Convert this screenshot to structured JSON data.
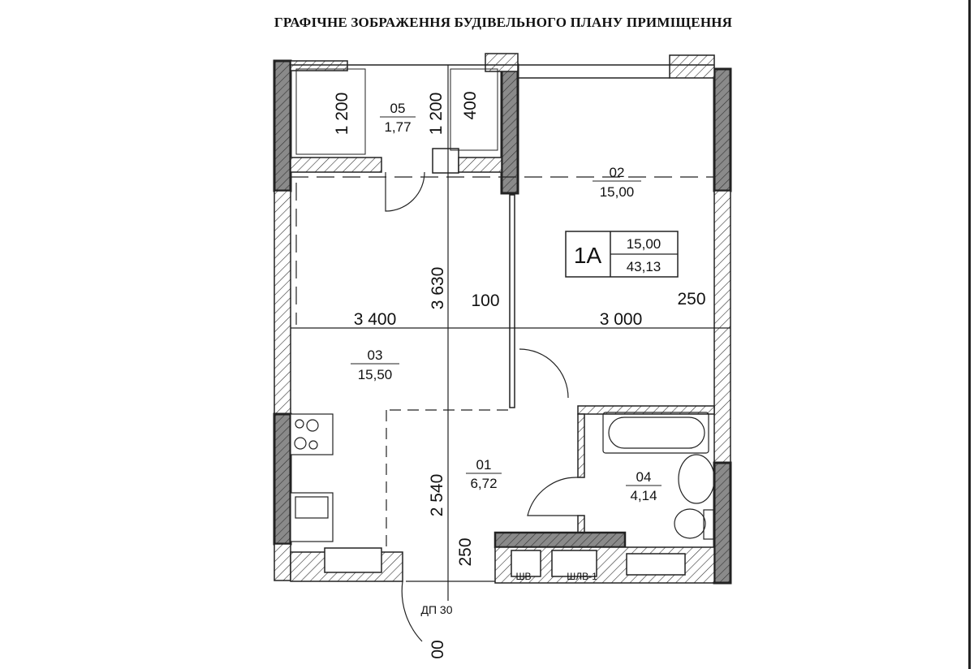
{
  "title": "ГРАФІЧНЕ ЗОБРАЖЕННЯ БУДІВЕЛЬНОГО ПЛАНУ ПРИМІЩЕННЯ",
  "apartment": {
    "number": "1A",
    "living_area": "15,00",
    "total_area": "43,13"
  },
  "rooms": [
    {
      "id": "05",
      "area": "1,77"
    },
    {
      "id": "02",
      "area": "15,00"
    },
    {
      "id": "03",
      "area": "15,50"
    },
    {
      "id": "01",
      "area": "6,72"
    },
    {
      "id": "04",
      "area": "4,14"
    }
  ],
  "dimensions": {
    "balcony_left": "1 200",
    "balcony_mid": "1 200",
    "balcony_right": "400",
    "kitchen_depth": "3 630",
    "partition": "100",
    "kitchen_width": "3 400",
    "room_width": "3 000",
    "wall_right": "250",
    "hall_depth": "2 540",
    "wall_bottom": "250",
    "below": "00"
  },
  "shafts": [
    "ШВ",
    "ШЛВ-1"
  ],
  "door_label": "ДП 30"
}
